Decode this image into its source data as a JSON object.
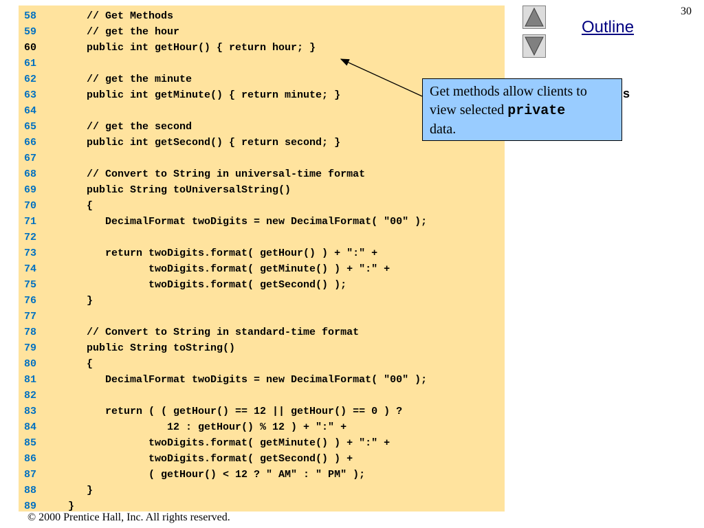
{
  "slide": {
    "page_number": "30",
    "outline_label": "Outline",
    "outline_item_partial": "ods",
    "copyright": "© 2000 Prentice Hall, Inc.  All rights reserved."
  },
  "navigation": {
    "up_icon": "triangle-up-icon",
    "down_icon": "triangle-down-icon"
  },
  "callout": {
    "text_before": "Get methods allow clients to view selected ",
    "keyword": "private",
    "text_after": "data."
  },
  "code": {
    "current_line": "60",
    "lines": [
      {
        "num": "58",
        "text": "   // Get Methods"
      },
      {
        "num": "59",
        "text": "   // get the hour"
      },
      {
        "num": "60",
        "text": "   public int getHour() { return hour; }"
      },
      {
        "num": "61",
        "text": ""
      },
      {
        "num": "62",
        "text": "   // get the minute"
      },
      {
        "num": "63",
        "text": "   public int getMinute() { return minute; }"
      },
      {
        "num": "64",
        "text": ""
      },
      {
        "num": "65",
        "text": "   // get the second"
      },
      {
        "num": "66",
        "text": "   public int getSecond() { return second; }"
      },
      {
        "num": "67",
        "text": ""
      },
      {
        "num": "68",
        "text": "   // Convert to String in universal-time format"
      },
      {
        "num": "69",
        "text": "   public String toUniversalString()"
      },
      {
        "num": "70",
        "text": "   {"
      },
      {
        "num": "71",
        "text": "      DecimalFormat twoDigits = new DecimalFormat( \"00\" );"
      },
      {
        "num": "72",
        "text": ""
      },
      {
        "num": "73",
        "text": "      return twoDigits.format( getHour() ) + \":\" +"
      },
      {
        "num": "74",
        "text": "             twoDigits.format( getMinute() ) + \":\" +"
      },
      {
        "num": "75",
        "text": "             twoDigits.format( getSecond() );"
      },
      {
        "num": "76",
        "text": "   }"
      },
      {
        "num": "77",
        "text": ""
      },
      {
        "num": "78",
        "text": "   // Convert to String in standard-time format"
      },
      {
        "num": "79",
        "text": "   public String toString()"
      },
      {
        "num": "80",
        "text": "   {"
      },
      {
        "num": "81",
        "text": "      DecimalFormat twoDigits = new DecimalFormat( \"00\" );"
      },
      {
        "num": "82",
        "text": ""
      },
      {
        "num": "83",
        "text": "      return ( ( getHour() == 12 || getHour() == 0 ) ?"
      },
      {
        "num": "84",
        "text": "                12 : getHour() % 12 ) + \":\" +"
      },
      {
        "num": "85",
        "text": "             twoDigits.format( getMinute() ) + \":\" +"
      },
      {
        "num": "86",
        "text": "             twoDigits.format( getSecond() ) +"
      },
      {
        "num": "87",
        "text": "             ( getHour() < 12 ? \" AM\" : \" PM\" );"
      },
      {
        "num": "88",
        "text": "   }"
      },
      {
        "num": "89",
        "text": "}"
      }
    ]
  },
  "colors": {
    "code_background": "#ffe39e",
    "line_number": "#0070c0",
    "callout_background": "#99ccff",
    "outline_link": "#000080"
  }
}
